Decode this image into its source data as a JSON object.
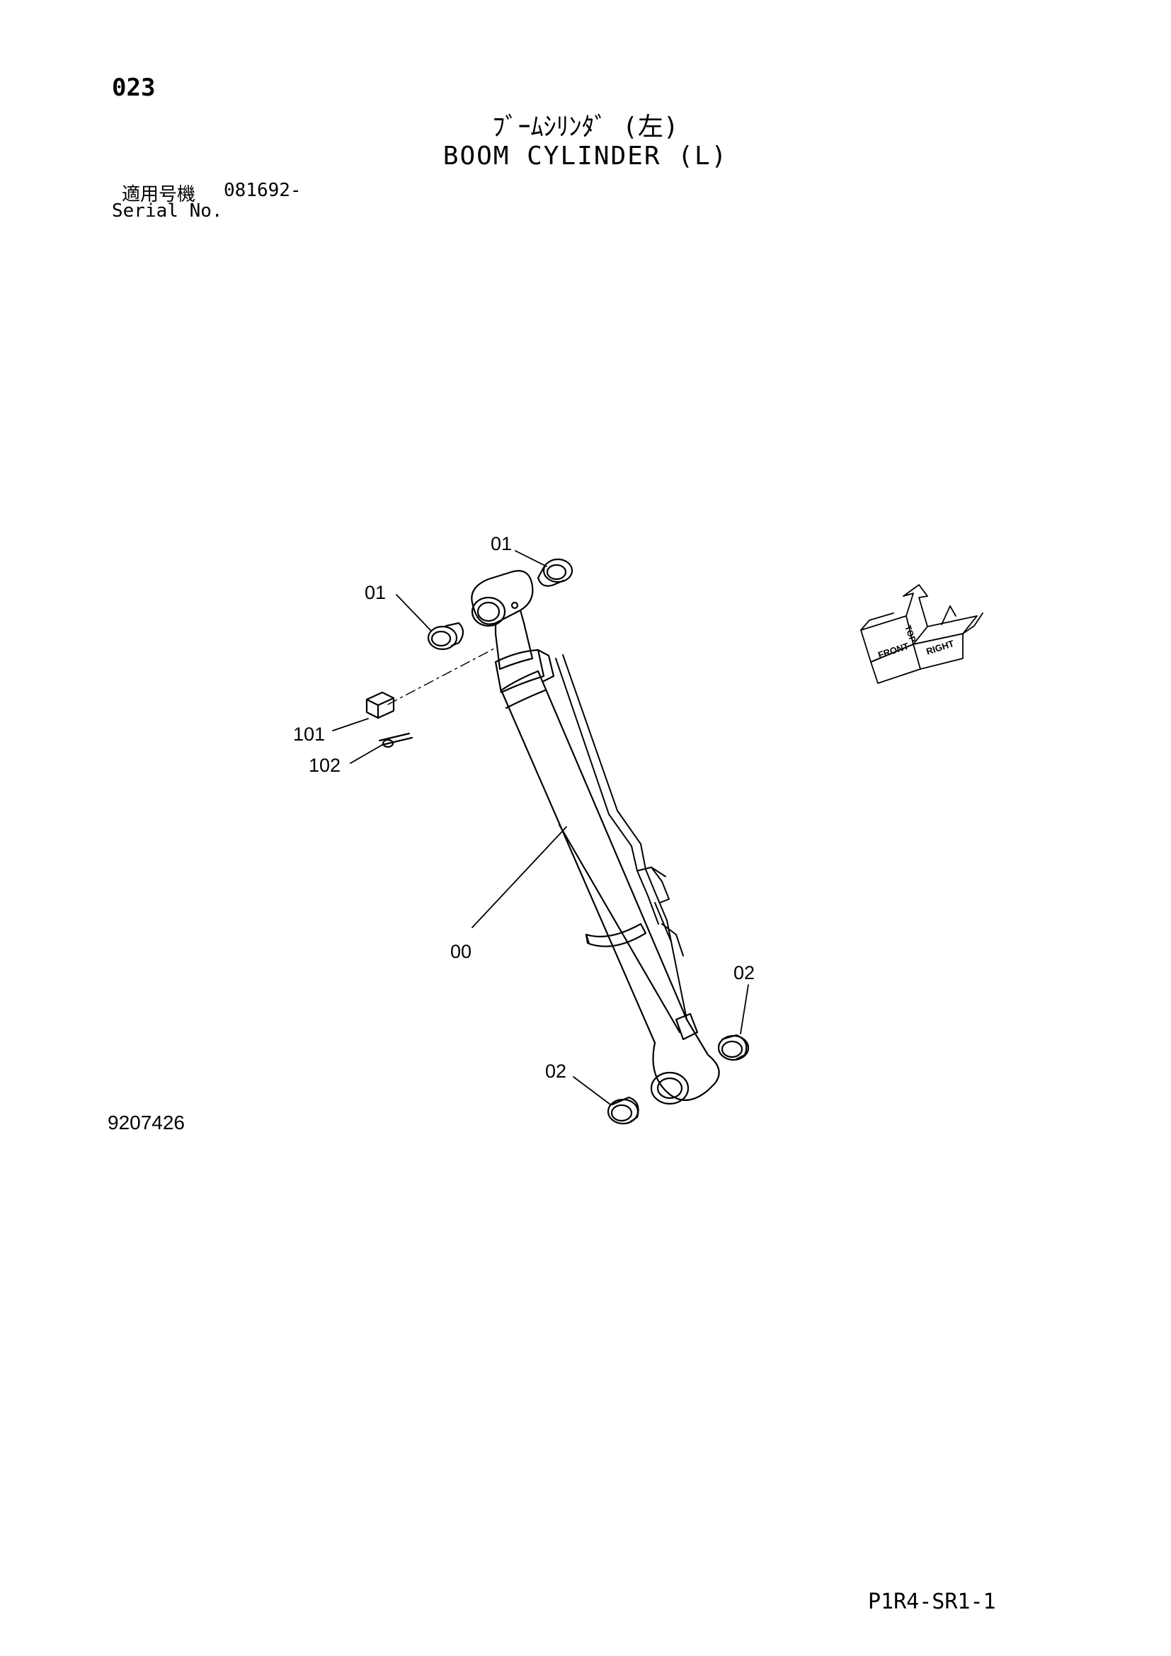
{
  "header": {
    "page_number": "023",
    "title_jp": "ﾌﾞｰﾑｼﾘﾝﾀﾞ (左)",
    "title_en": "BOOM CYLINDER (L)",
    "serial_label_jp": "適用号機",
    "serial_range": "081692-",
    "serial_label_en": "Serial No."
  },
  "diagram": {
    "callouts": {
      "c01_top": "01",
      "c01_left": "01",
      "c101": "101",
      "c102": "102",
      "c00": "00",
      "c02_right": "02",
      "c02_left": "02"
    },
    "orientation": {
      "top": "TOP",
      "front": "FRONT",
      "right": "RIGHT"
    }
  },
  "footer": {
    "figure_number": "9207426",
    "document_code": "P1R4-SR1-1"
  }
}
